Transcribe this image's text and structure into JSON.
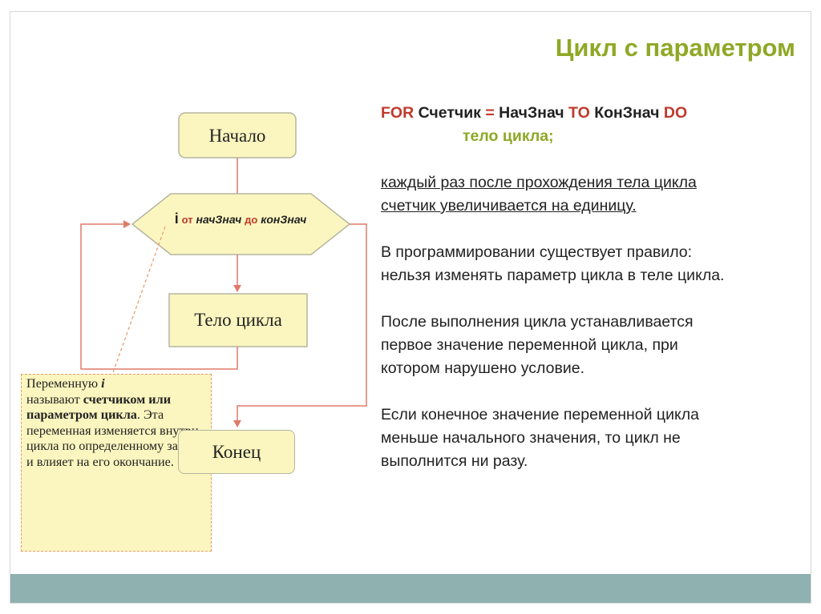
{
  "title": "Цикл с параметром",
  "code": {
    "for_kw": "FOR",
    "counter": " Счетчик ",
    "eq": "=",
    "start": " НачЗнач ",
    "to_kw": "TO",
    "end": " КонЗнач ",
    "do_kw": "DO",
    "body": "тело цикла;"
  },
  "paragraphs": [
    [
      "каждый раз после прохождения тела цикла",
      "счетчик увеличивается на единицу."
    ],
    [
      "В программировании существует правило:",
      "нельзя изменять параметр цикла в теле цикла."
    ],
    [
      "После выполнения цикла устанавливается",
      "первое значение переменной цикла, при",
      "котором нарушено условие."
    ],
    [
      "Если конечное значение переменной цикла",
      "меньше начального значения, то цикл не",
      "выполнится ни разу."
    ]
  ],
  "flowchart": {
    "start": "Начало",
    "decision": {
      "var": "i",
      "from": "от",
      "start": "начЗнач",
      "to": "до",
      "end": "конЗнач"
    },
    "body": "Тело цикла",
    "end": "Конец"
  },
  "callout": {
    "t1": "Переменную ",
    "var": "i",
    "t2": "называют ",
    "b1": "счетчиком или параметром цикла",
    "t3": ". Эта переменная изменяется внутри цикла по определенному закону и влияет на его окончание."
  },
  "colors": {
    "title": "#8fa826",
    "keyword": "#c0392b",
    "box_fill": "#fbf6bf",
    "connector": "#e07a6a",
    "bottom_bar": "#8fb1b0"
  }
}
